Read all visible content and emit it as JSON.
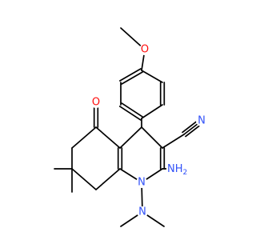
{
  "molecule": {
    "atoms": {
      "o_methoxy": {
        "text": "O",
        "color": "#ff0d0d"
      },
      "o_ketone": {
        "text": "O",
        "color": "#ff0d0d"
      },
      "n_nitrile": {
        "text": "N",
        "color": "#3050f8"
      },
      "n_ring": {
        "text": "N",
        "color": "#3050f8"
      },
      "n_dimethylamino": {
        "text": "N",
        "color": "#3050f8"
      },
      "nh2": {
        "text": "NH",
        "sub": "2",
        "color": "#3050f8"
      }
    },
    "bond_color": "#000000"
  }
}
